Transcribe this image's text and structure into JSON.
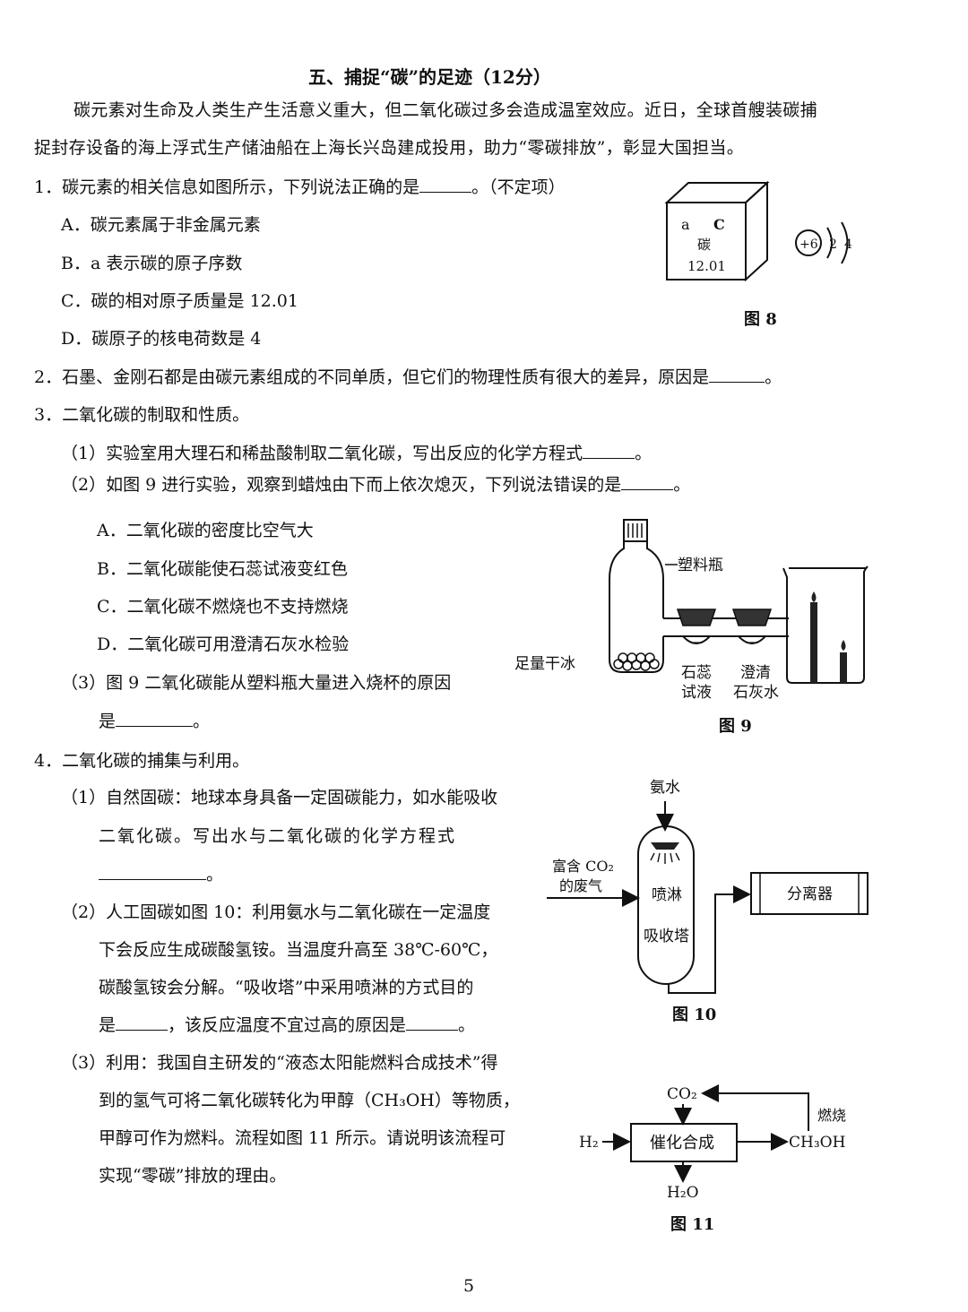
{
  "section": {
    "title": "五、捕捉“碳”的足迹（12分）",
    "intro_line1": "碳元素对生命及人类生产生活意义重大，但二氧化碳过多会造成温室效应。近日，全球首艘装碳捕",
    "intro_line2": "捉封存设备的海上浮式生产储油船在上海长兴岛建成投用，助力“零碳排放”，彰显大国担当。"
  },
  "q1": {
    "stem": "1．碳元素的相关信息如图所示，下列说法正确的是",
    "stem_tail": "。（不定项）",
    "options": [
      "A．碳元素属于非金属元素",
      "B．a 表示碳的原子序数",
      "C．碳的相对原子质量是 12.01",
      "D．碳原子的核电荷数是 4"
    ]
  },
  "fig8": {
    "caption": "图 8",
    "cell_a": "a",
    "cell_symbol": "C",
    "cell_name": "碳",
    "cell_mass": "12.01",
    "nucleus": "+6",
    "shell1": "2",
    "shell2": "4"
  },
  "q2": {
    "stem": "2．石墨、金刚石都是由碳元素组成的不同单质，但它们的物理性质有很大的差异，原因是",
    "stem_tail": "。"
  },
  "q3": {
    "stem": "3．二氧化碳的制取和性质。",
    "p1": "（1）实验室用大理石和稀盐酸制取二氧化碳，写出反应的化学方程式",
    "p1_tail": "。",
    "p2": "（2）如图 9 进行实验，观察到蜡烛由下而上依次熄灭，下列说法错误的是",
    "p2_tail": "。",
    "options": [
      "A．二氧化碳的密度比空气大",
      "B．二氧化碳能使石蕊试液变红色",
      "C．二氧化碳不燃烧也不支持燃烧",
      "D．二氧化碳可用澄清石灰水检验"
    ],
    "p3_line1": "（3）图 9 二氧化碳能从塑料瓶大量进入烧杯的原因",
    "p3_line2": "是",
    "p3_tail": "。"
  },
  "fig9": {
    "caption": "图 9",
    "label_bottle": "塑料瓶",
    "label_ice": "足量干冰",
    "label_litmus_1": "石蕊",
    "label_litmus_2": "试液",
    "label_lime_1": "澄清",
    "label_lime_2": "石灰水"
  },
  "q4": {
    "stem": "4．二氧化碳的捕集与利用。",
    "p1_line1": "（1）自然固碳：地球本身具备一定固碳能力，如水能吸收",
    "p1_line2": "二氧化碳。写出水与二氧化碳的化学方程式",
    "p1_tail": "。",
    "p2_line1": "（2）人工固碳如图 10：利用氨水与二氧化碳在一定温度",
    "p2_line2": "下会反应生成碳酸氢铵。当温度升高至 38℃-60℃，",
    "p2_line3": "碳酸氢铵会分解。“吸收塔”中采用喷淋的方式目的",
    "p2_line4_a": "是",
    "p2_line4_b": "，该反应温度不宜过高的原因是",
    "p2_line4_tail": "。",
    "p3_line1": "（3）利用：我国自主研发的“液态太阳能燃料合成技术”得",
    "p3_line2": "到的氢气可将二氧化碳转化为甲醇（CH₃OH）等物质，",
    "p3_line3": "甲醇可作为燃料。流程如图 11 所示。请说明该流程可",
    "p3_line4": "实现“零碳”排放的理由。"
  },
  "fig10": {
    "caption": "图 10",
    "label_ammonia": "氨水",
    "label_gas_1": "富含 CO₂",
    "label_gas_2": "的废气",
    "label_tower_1": "喷淋",
    "label_tower_2": "吸收塔",
    "label_separator": "分离器"
  },
  "fig11": {
    "caption": "图 11",
    "label_co2": "CO₂",
    "label_h2": "H₂",
    "label_box": "催化合成",
    "label_ch3oh": "CH₃OH",
    "label_h2o": "H₂O",
    "label_burn": "燃烧"
  },
  "page_number": "5"
}
